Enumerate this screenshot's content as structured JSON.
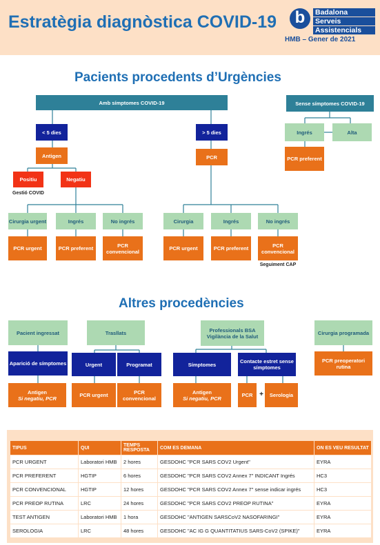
{
  "header": {
    "title": "Estratègia diagnòstica COVID-19",
    "logo_mark": "b",
    "logo_lines": [
      "Badalona",
      "Serveis",
      "Assistencials"
    ],
    "date": "HMB – Gener de 2021"
  },
  "section1": {
    "title": "Pacients procedents d’Urgències",
    "amb": "Amb símptomes COVID-19",
    "sense": "Sense símptomes COVID-19",
    "lt5": "< 5 dies",
    "gt5": "> 5 dies",
    "antigen": "Antigen",
    "pcr": "PCR",
    "positiu": "Positiu",
    "negatiu": "Negatiu",
    "gestio": "Gestió COVID",
    "cirurgia_urgent": "Cirurgia urgent",
    "ingres": "Ingrés",
    "no_ingres": "No ingrés",
    "cirurgia": "Cirurgia",
    "pcr_urgent": "PCR urgent",
    "pcr_preferent": "PCR preferent",
    "pcr_convencional": "PCR convencional",
    "seguiment": "Seguiment CAP",
    "alta": "Alta"
  },
  "section2": {
    "title": "Altres procedències",
    "pacient": "Pacient ingressat",
    "trasllats": "Trasllats",
    "professionals": "Professionals BSA Vigilància de la Salut",
    "cirurgia_prog": "Cirurgia programada",
    "aparicio": "Aparició de símptomes",
    "urgent": "Urgent",
    "programat": "Programat",
    "simptomes": "Símptomes",
    "contacte": "Contacte estret sense símptomes",
    "antigen": "Antigen",
    "si_negatiu": "Si negatiu, PCR",
    "pcr_urgent": "PCR urgent",
    "pcr_convencional": "PCR convencional",
    "pcr": "PCR",
    "plus": "+",
    "serologia": "Serologia",
    "pcr_preop": "PCR preoperatori rutina"
  },
  "table": {
    "headers": [
      "TIPUS",
      "QUI",
      "TEMPS RESPOSTA",
      "COM ES DEMANA",
      "ON ES VEU RESULTAT"
    ],
    "rows": [
      [
        "PCR URGENT",
        "Laboratori HMB",
        "2 hores",
        "GESDOHC \"PCR SARS COV2 Urgent\"",
        "EYRA"
      ],
      [
        "PCR PREFERENT",
        "HGTIP",
        "6 hores",
        "GESDOHC \"PCR SARS COV2 Annex 7\" INDICANT Ingrés",
        "HC3"
      ],
      [
        "PCR CONVENCIONAL",
        "HGTIP",
        "12 hores",
        "GESDOHC \"PCR SARS COV2 Annex 7\" sense indicar ingrés",
        "HC3"
      ],
      [
        "PCR PREOP RUTINA",
        "LRC",
        "24 hores",
        "GESDOHC \"PCR SARS COV2 PREOP RUTINA\"",
        "EYRA"
      ],
      [
        "TEST ANTIGEN",
        "Laboratori HMB",
        "1 hora",
        "GESDOHC \"ANTIGEN SARSCoV2 NASOFARINGI\"",
        "EYRA"
      ],
      [
        "SEROLOGIA",
        "LRC",
        "48 hores",
        "GESDOHC \"AC IG G QUANTITATIUS SARS-CoV2 (SPIKE)\"",
        "EYRA"
      ]
    ]
  },
  "colors": {
    "teal": "#2e8098",
    "navy": "#12239b",
    "orange": "#e9711a",
    "red": "#f23316",
    "green": "#add9b2",
    "peach": "#fde0c6",
    "title_blue": "#1f6fb4"
  }
}
